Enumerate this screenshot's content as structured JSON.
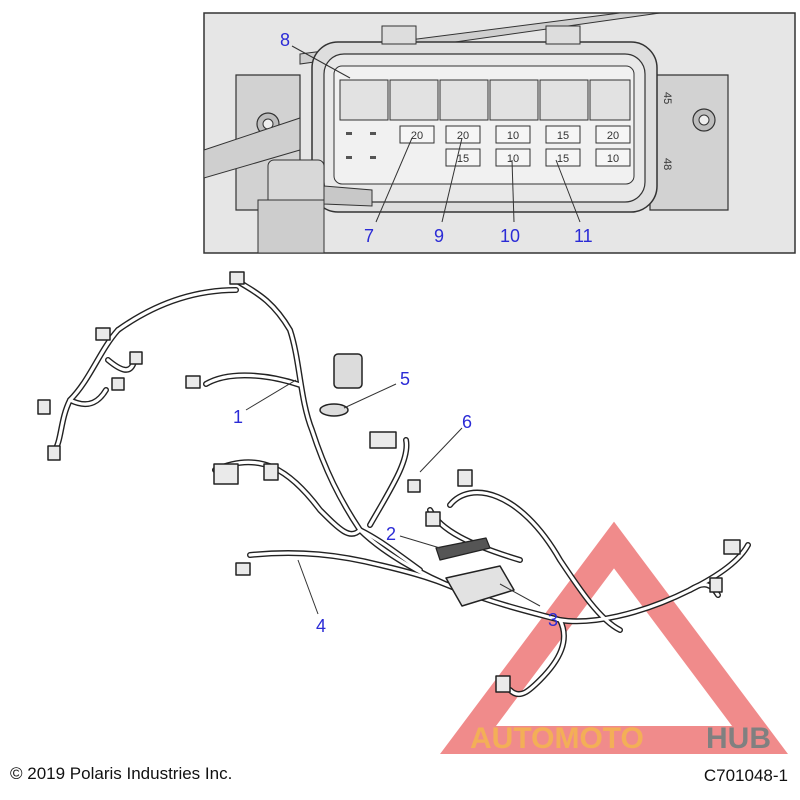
{
  "diagram": {
    "inset_callouts": [
      "8",
      "7",
      "9",
      "10",
      "11"
    ],
    "main_callouts": [
      "1",
      "2",
      "3",
      "4",
      "5",
      "6"
    ],
    "fuse_ratings": {
      "top": [
        "20",
        "20",
        "10",
        "15",
        "20"
      ],
      "bottom": [
        "15",
        "10",
        "15",
        "10"
      ]
    },
    "side_labels": {
      "upper": "45",
      "lower": "48"
    }
  },
  "watermark": {
    "brand_part1": "AUTOMOTO",
    "brand_part2": "HUB",
    "colors": {
      "triangle": "#e84a4a",
      "part1": "#f2a23a",
      "part2": "#6b6b6b"
    }
  },
  "footer": {
    "copyright": "© 2019 Polaris Industries Inc.",
    "part_code": "C701048-1"
  },
  "colors": {
    "callout": "#2b2bd6",
    "inset_bg": "#e6e6e6",
    "line": "#222222"
  }
}
